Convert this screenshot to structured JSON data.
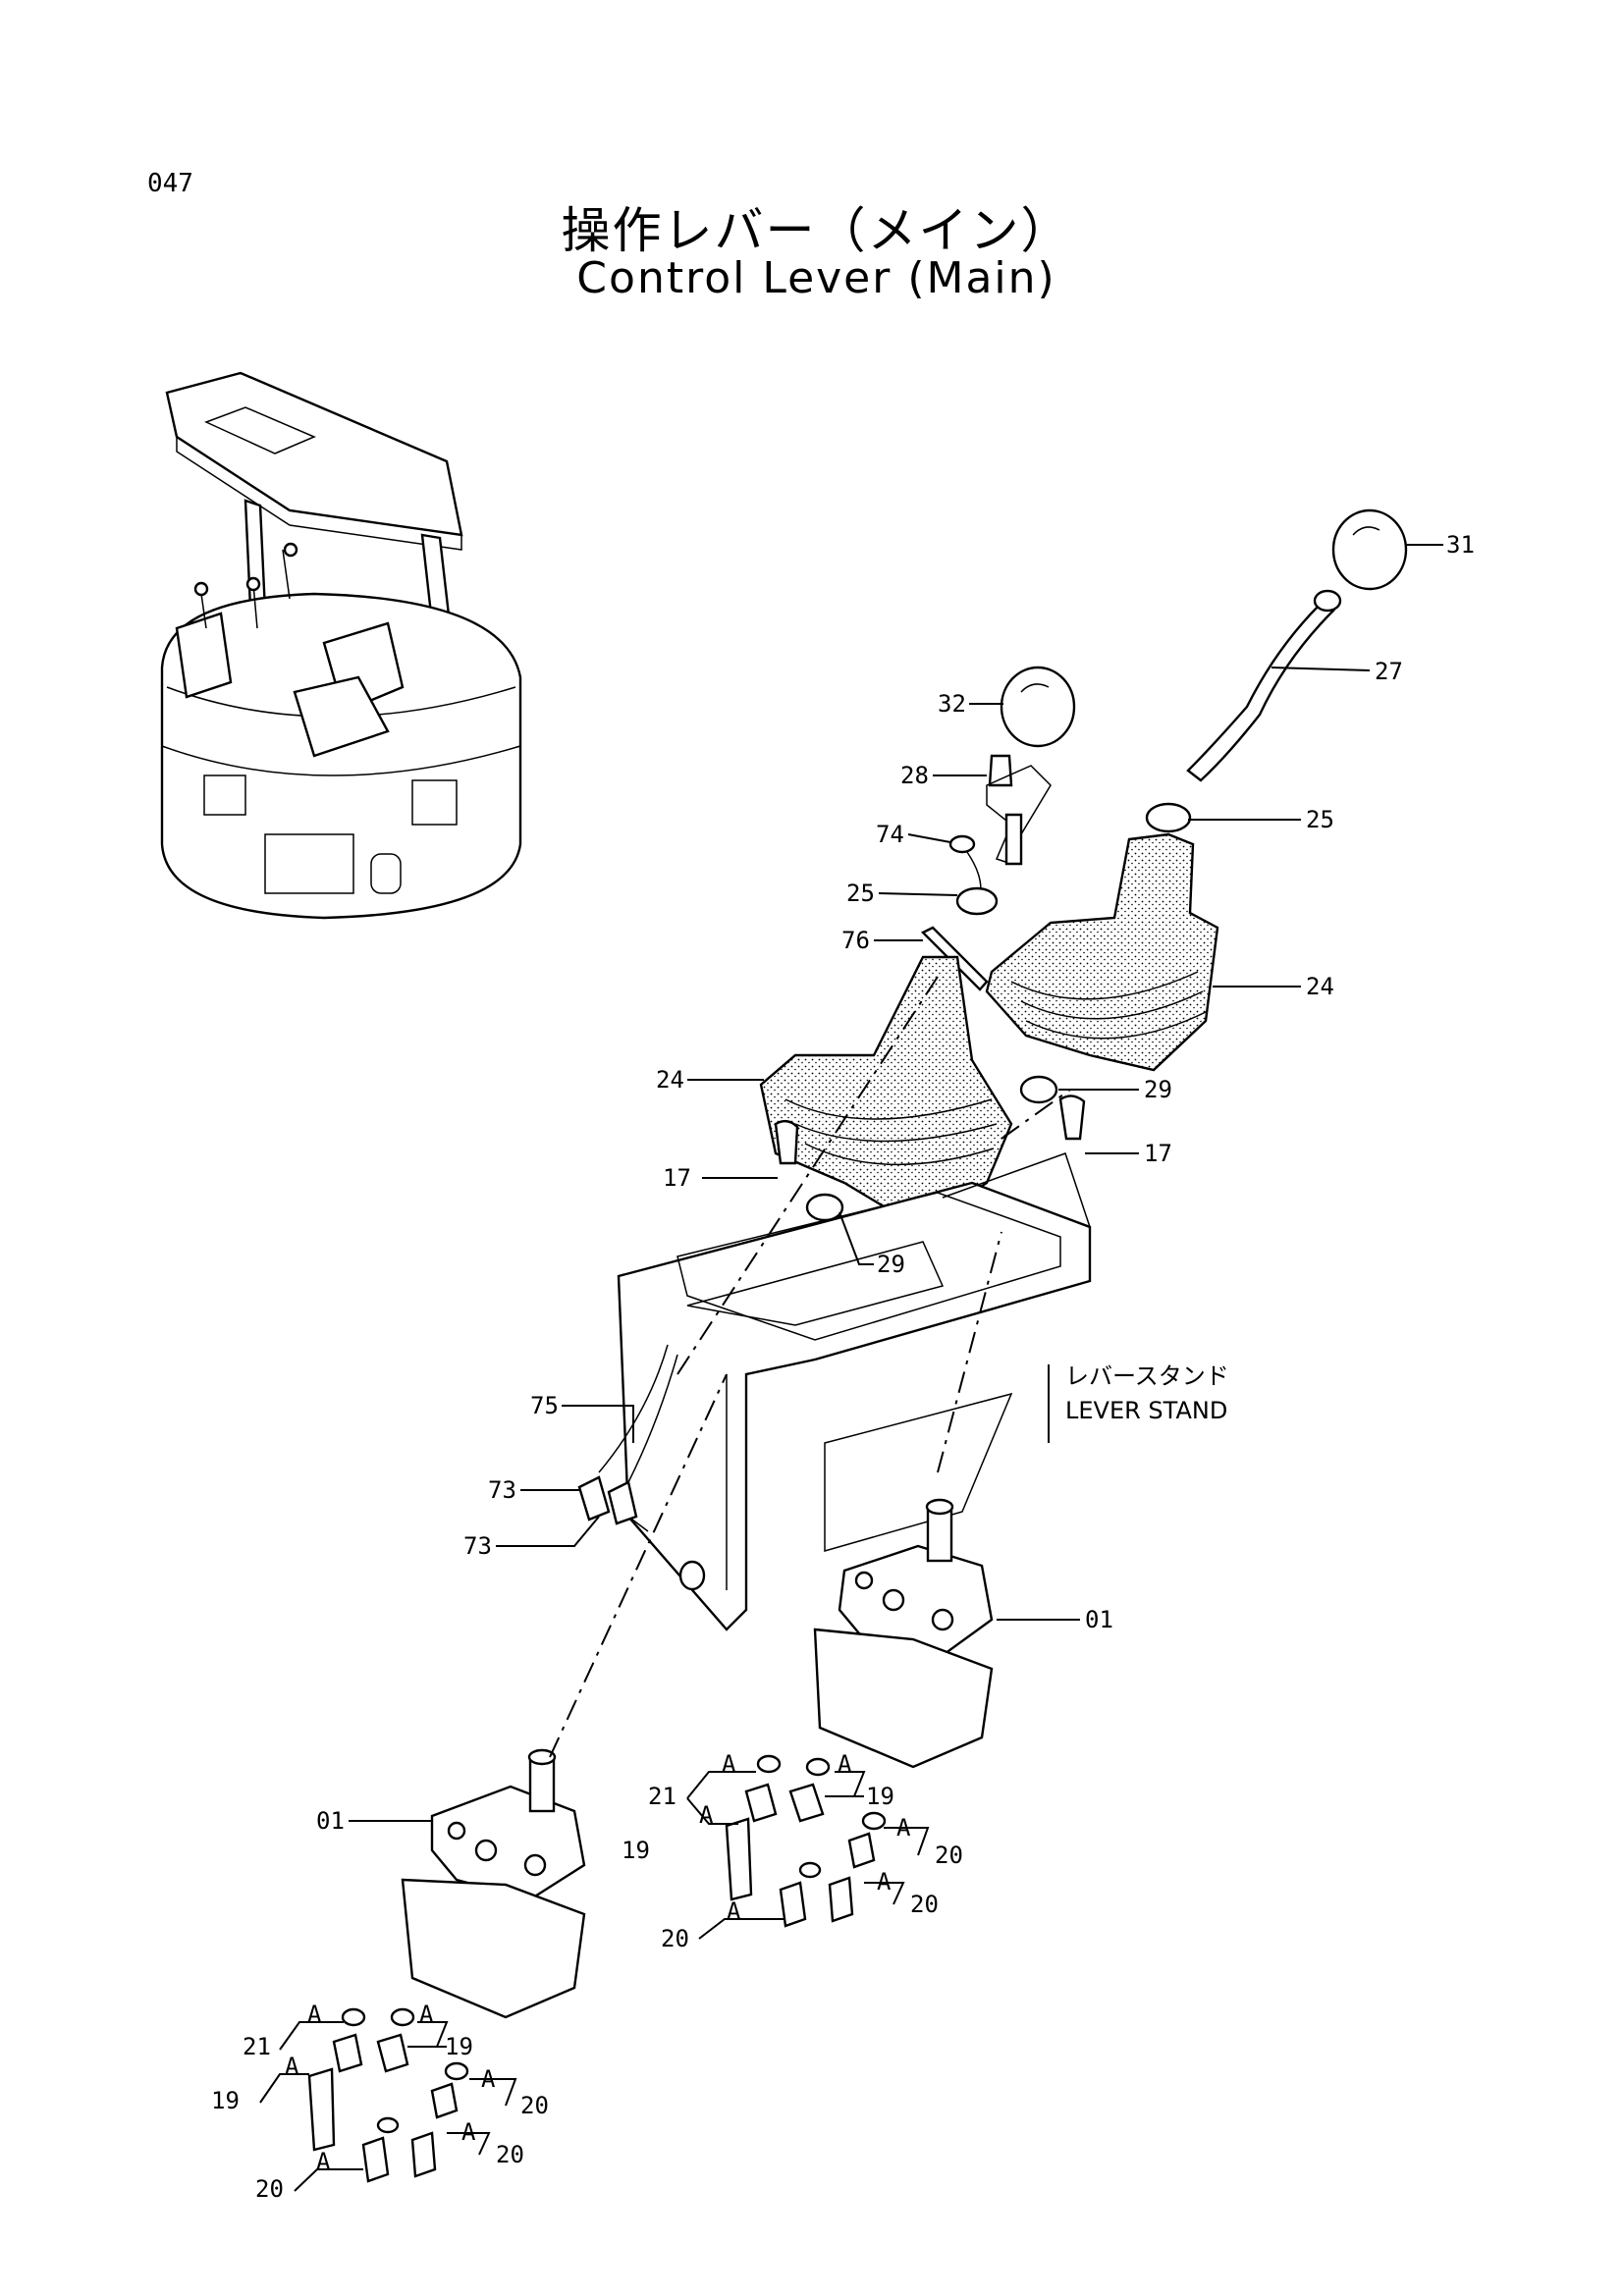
{
  "page_number": "047",
  "title_jp": "操作レバー（メイン）",
  "title_en": "Control Lever (Main)",
  "lever_stand": {
    "jp": "レバースタンド",
    "en": "LEVER STAND"
  },
  "callouts": [
    {
      "id": "c31",
      "text": "31"
    },
    {
      "id": "c27",
      "text": "27"
    },
    {
      "id": "c32",
      "text": "32"
    },
    {
      "id": "c28",
      "text": "28"
    },
    {
      "id": "c74",
      "text": "74"
    },
    {
      "id": "c25a",
      "text": "25"
    },
    {
      "id": "c25b",
      "text": "25"
    },
    {
      "id": "c76",
      "text": "76"
    },
    {
      "id": "c24a",
      "text": "24"
    },
    {
      "id": "c24b",
      "text": "24"
    },
    {
      "id": "c29a",
      "text": "29"
    },
    {
      "id": "c29b",
      "text": "29"
    },
    {
      "id": "c17a",
      "text": "17"
    },
    {
      "id": "c17b",
      "text": "17"
    },
    {
      "id": "c75",
      "text": "75"
    },
    {
      "id": "c73a",
      "text": "73"
    },
    {
      "id": "c73b",
      "text": "73"
    },
    {
      "id": "c01a",
      "text": "01"
    },
    {
      "id": "c01b",
      "text": "01"
    },
    {
      "id": "c21a",
      "text": "21"
    },
    {
      "id": "c19a",
      "text": "19"
    },
    {
      "id": "c19b",
      "text": "19"
    },
    {
      "id": "c20a",
      "text": "20"
    },
    {
      "id": "c20b",
      "text": "20"
    },
    {
      "id": "c20c",
      "text": "20"
    },
    {
      "id": "c21b",
      "text": "21"
    },
    {
      "id": "c19c",
      "text": "19"
    },
    {
      "id": "c19d",
      "text": "19"
    },
    {
      "id": "c20d",
      "text": "20"
    },
    {
      "id": "c20e",
      "text": "20"
    },
    {
      "id": "c20f",
      "text": "20"
    }
  ],
  "port_marker": "A"
}
